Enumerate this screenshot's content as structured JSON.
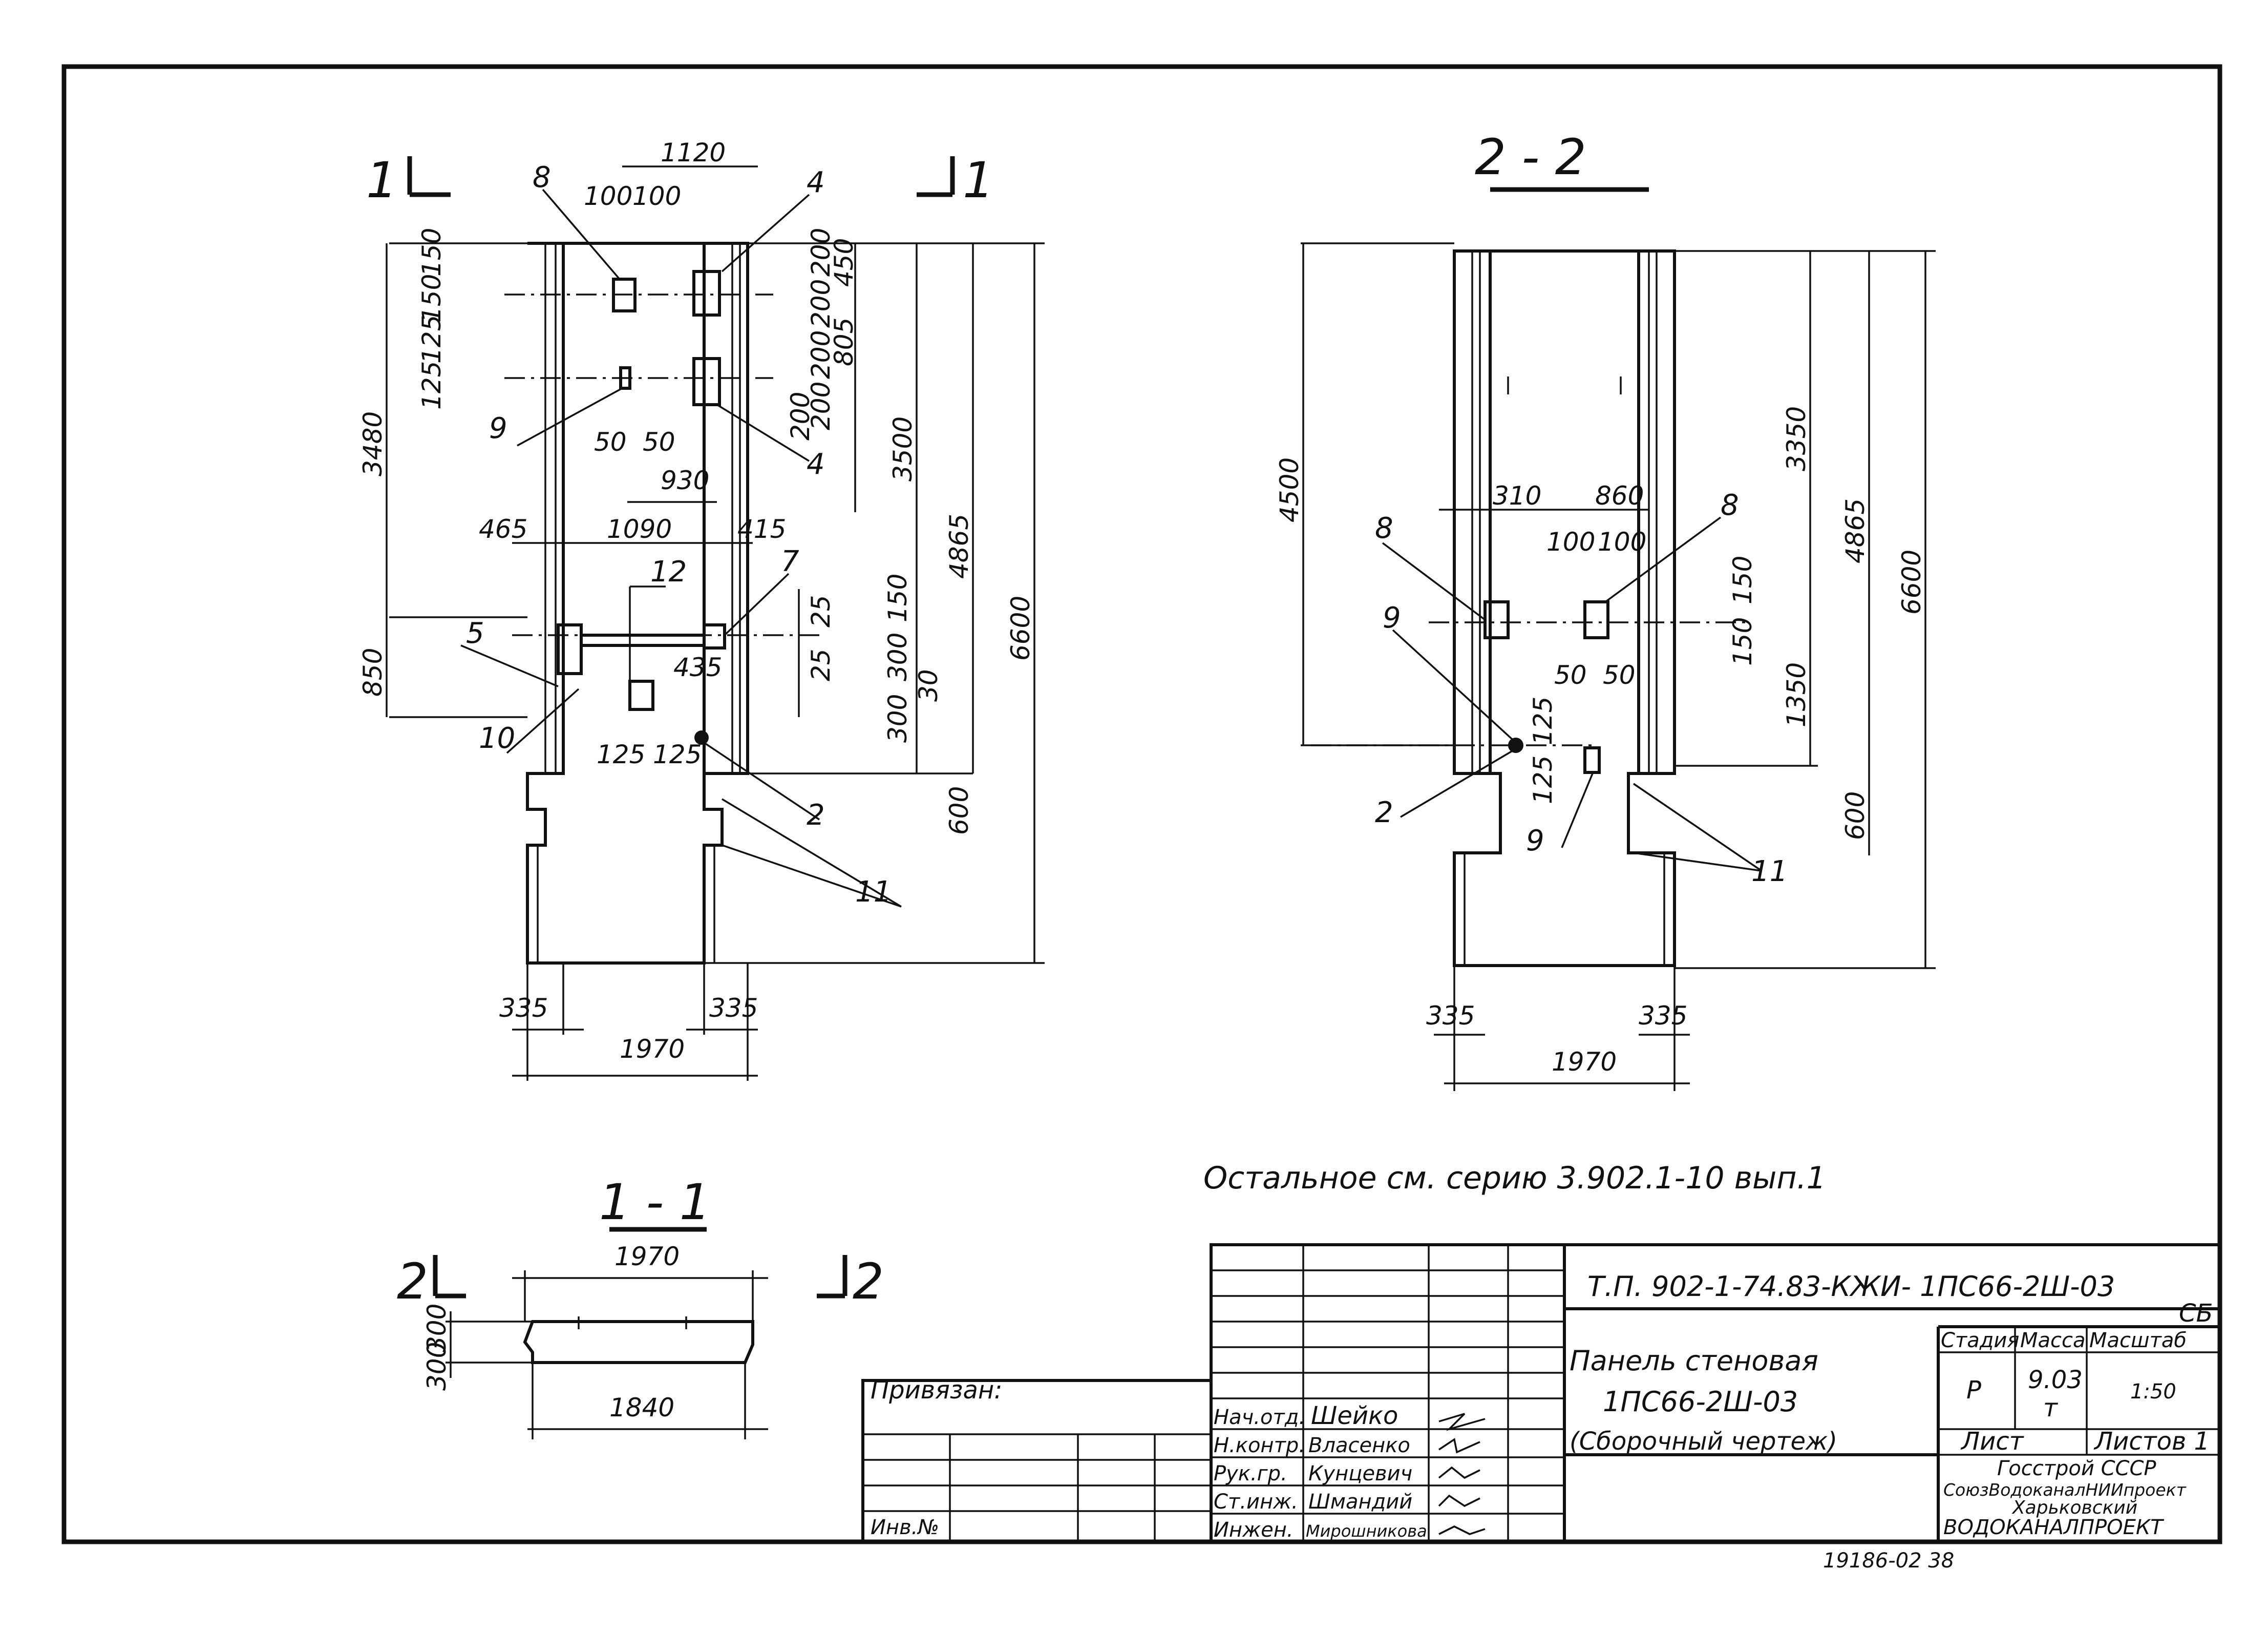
{
  "views": {
    "view1": {
      "section_marks": [
        "1",
        "1"
      ],
      "callouts": [
        "8",
        "4",
        "9",
        "4",
        "12",
        "7",
        "5",
        "10",
        "2",
        "11"
      ],
      "dims_top": [
        "1120",
        "100",
        "100"
      ],
      "dims_right": [
        "150",
        "150",
        "200",
        "200",
        "450",
        "805",
        "200",
        "200",
        "200",
        "3500",
        "4865",
        "6600",
        "25",
        "25",
        "150",
        "300",
        "300",
        "30",
        "600"
      ],
      "dims_left": [
        "125",
        "125",
        "3480",
        "850"
      ],
      "dims_mid": [
        "50",
        "50",
        "930",
        "465",
        "1090",
        "415",
        "435",
        "125",
        "125"
      ],
      "dims_bottom": [
        "335",
        "335",
        "1970"
      ]
    },
    "view2": {
      "title": "2 - 2",
      "callouts": [
        "8",
        "8",
        "9",
        "2",
        "9",
        "11"
      ],
      "dims_left": [
        "4500"
      ],
      "dims_top": [
        "310",
        "860",
        "100",
        "100"
      ],
      "dims_right": [
        "3350",
        "4865",
        "6600",
        "150",
        "150",
        "1350",
        "600"
      ],
      "dims_mid": [
        "50",
        "50",
        "125",
        "125"
      ],
      "dims_bottom": [
        "335",
        "335",
        "1970"
      ]
    },
    "section11": {
      "title": "1 - 1",
      "marks": [
        "2",
        "2"
      ],
      "width_top": "1970",
      "width_bottom": "1840",
      "thickness": [
        "300",
        "300"
      ]
    }
  },
  "note": "Остальное см. серию 3.902.1-10 вып.1",
  "title_block": {
    "code": "Т.П. 902-1-74.83-КЖИ- 1ПС66-2Ш-03",
    "code_suffix": "СБ",
    "name_lines": [
      "Панель стеновая",
      "1ПС66-2Ш-03",
      "(Сборочный чертеж)"
    ],
    "col_headers": [
      "Стадия",
      "Масса",
      "Масштаб"
    ],
    "stage": "Р",
    "mass": "9.03",
    "mass_unit": "т",
    "scale": "1:50",
    "sheet_label": "Лист",
    "sheets_label": "Листов 1",
    "org_lines": [
      "Госстрой СССР",
      "СоюзВодоканалНИИпроект",
      "Харьковский",
      "ВОДОКАНАЛПРОЕКТ"
    ],
    "privyazan": "Привязан:",
    "inv": "Инв.№",
    "staff": [
      {
        "role": "Нач.отд.",
        "name": "Шейко"
      },
      {
        "role": "Н.контр.",
        "name": "Власенко"
      },
      {
        "role": "Рук.гр.",
        "name": "Кунцевич"
      },
      {
        "role": "Ст.инж.",
        "name": "Шмандий"
      },
      {
        "role": "Инжен.",
        "name": "Мирошникова"
      }
    ]
  },
  "footer_number": "19186-02    38"
}
